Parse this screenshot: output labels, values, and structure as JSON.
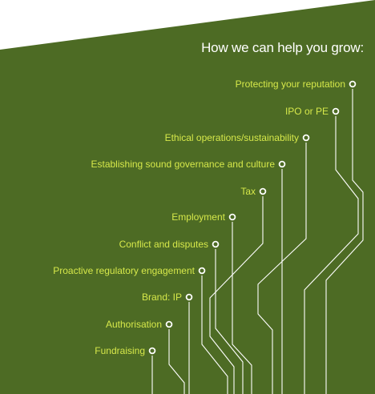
{
  "title": "How we can help you grow:",
  "colors": {
    "background": "#ffffff",
    "panel": "#4d6b24",
    "label": "#d6e84a",
    "line": "#ffffff"
  },
  "services": [
    {
      "label": "Protecting your reputation"
    },
    {
      "label": "IPO or PE"
    },
    {
      "label": "Ethical operations/sustainability"
    },
    {
      "label": "Establishing sound governance and culture"
    },
    {
      "label": "Tax"
    },
    {
      "label": "Employment"
    },
    {
      "label": "Conflict and disputes"
    },
    {
      "label": "Proactive regulatory engagement"
    },
    {
      "label": "Brand: IP"
    },
    {
      "label": "Authorisation"
    },
    {
      "label": "Fundraising"
    }
  ]
}
